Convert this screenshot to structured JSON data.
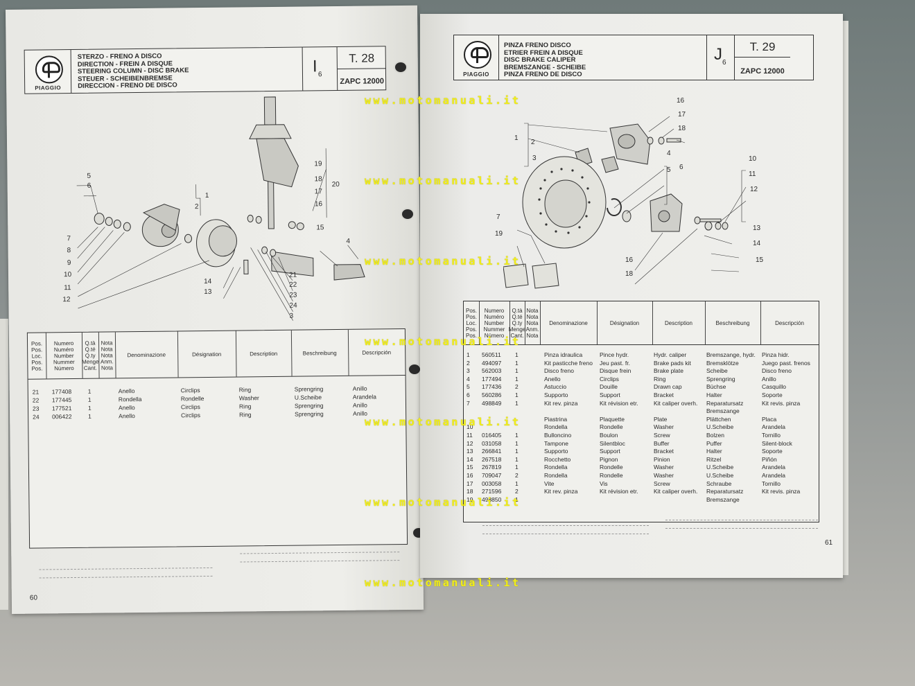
{
  "left_page": {
    "brand": "PIAGGIO",
    "titles": [
      "STERZO - FRENO A DISCO",
      "DIRECTION - FREIN A DISQUE",
      "STEERING COLUMN - DISC BRAKE",
      "STEUER - SCHEIBENBREMSE",
      "DIRECCION - FRENO DE DISCO"
    ],
    "section_letter": "I",
    "section_sub": "6",
    "table_no": "T. 28",
    "code": "ZAPC 12000",
    "page_number": "60",
    "callouts": [
      "1",
      "2",
      "3",
      "4",
      "5",
      "6",
      "7",
      "8",
      "9",
      "10",
      "11",
      "12",
      "13",
      "14",
      "15",
      "16",
      "17",
      "18",
      "19",
      "20",
      "21",
      "22",
      "23",
      "24"
    ],
    "table_headers": {
      "pos": [
        "Pos.",
        "Pos.",
        "Loc.",
        "Pos.",
        "Pos."
      ],
      "numero": [
        "Numero",
        "Numéro",
        "Number",
        "Nummer",
        "Número"
      ],
      "qty": [
        "Q.tà",
        "Q.té",
        "Q.ty",
        "Menge",
        "Cant."
      ],
      "nota": [
        "Nota",
        "Nota",
        "Nota",
        "Anm.",
        "Nota"
      ],
      "denominazione": "Denominazione",
      "designation": "Désignation",
      "description": "Description",
      "beschreibung": "Beschreibung",
      "descripcion": "Descripción"
    },
    "rows": [
      {
        "pos": "21",
        "num": "177408",
        "qty": "1",
        "it": "Anello",
        "fr": "Circlips",
        "en": "Ring",
        "de": "Sprengring",
        "es": "Anillo"
      },
      {
        "pos": "22",
        "num": "177445",
        "qty": "1",
        "it": "Rondella",
        "fr": "Rondelle",
        "en": "Washer",
        "de": "U.Scheibe",
        "es": "Arandela"
      },
      {
        "pos": "23",
        "num": "177521",
        "qty": "1",
        "it": "Anello",
        "fr": "Circlips",
        "en": "Ring",
        "de": "Sprengring",
        "es": "Anillo"
      },
      {
        "pos": "24",
        "num": "006422",
        "qty": "1",
        "it": "Anello",
        "fr": "Circlips",
        "en": "Ring",
        "de": "Sprengring",
        "es": "Anillo"
      }
    ]
  },
  "right_page": {
    "brand": "PIAGGIO",
    "titles": [
      "PINZA FRENO DISCO",
      "ETRIER FREIN A DISQUE",
      "DISC BRAKE CALIPER",
      "BREMSZANGE - SCHEIBE",
      "PINZA FRENO DE DISCO"
    ],
    "section_letter": "J",
    "section_sub": "6",
    "table_no": "T. 29",
    "code": "ZAPC 12000",
    "page_number": "61",
    "callouts": [
      "1",
      "2",
      "3",
      "4",
      "5",
      "6",
      "7",
      "10",
      "11",
      "12",
      "13",
      "14",
      "15",
      "16",
      "17",
      "18",
      "19"
    ],
    "table_headers": {
      "pos": [
        "Pos.",
        "Pos.",
        "Loc.",
        "Pos.",
        "Pos."
      ],
      "numero": [
        "Numero",
        "Numéro",
        "Number",
        "Nummer",
        "Número"
      ],
      "qty": [
        "Q.tà",
        "Q.té",
        "Q.ty",
        "Menge",
        "Cant."
      ],
      "nota": [
        "Nota",
        "Nota",
        "Nota",
        "Anm.",
        "Nota"
      ],
      "denominazione": "Denominazione",
      "designation": "Désignation",
      "description": "Description",
      "beschreibung": "Beschreibung",
      "descripcion": "Descripción"
    },
    "rows": [
      {
        "pos": "1",
        "num": "560511",
        "qty": "1",
        "it": "Pinza idraulica",
        "fr": "Pince hydr.",
        "en": "Hydr. caliper",
        "de": "Bremszange, hydr.",
        "es": "Pinza hidr."
      },
      {
        "pos": "2",
        "num": "494097",
        "qty": "1",
        "it": "Kit pasticche freno",
        "fr": "Jeu past. fr.",
        "en": "Brake pads kit",
        "de": "Bremsklötze",
        "es": "Juego past. frenos"
      },
      {
        "pos": "3",
        "num": "562003",
        "qty": "1",
        "it": "Disco freno",
        "fr": "Disque frein",
        "en": "Brake plate",
        "de": "Scheibe",
        "es": "Disco freno"
      },
      {
        "pos": "4",
        "num": "177494",
        "qty": "1",
        "it": "Anello",
        "fr": "Circlips",
        "en": "Ring",
        "de": "Sprengring",
        "es": "Anillo"
      },
      {
        "pos": "5",
        "num": "177436",
        "qty": "2",
        "it": "Astuccio",
        "fr": "Douille",
        "en": "Drawn cap",
        "de": "Büchse",
        "es": "Casquillo"
      },
      {
        "pos": "6",
        "num": "560286",
        "qty": "1",
        "it": "Supporto",
        "fr": "Support",
        "en": "Bracket",
        "de": "Halter",
        "es": "Soporte"
      },
      {
        "pos": "7",
        "num": "498849",
        "qty": "1",
        "it": "Kit rev. pinza",
        "fr": "Kit révision etr.",
        "en": "Kit caliper overh.",
        "de": "Reparatursatz",
        "es": "Kit revis. pinza"
      },
      {
        "pos": "",
        "num": "",
        "qty": "",
        "it": "",
        "fr": "",
        "en": "",
        "de": "Bremszange",
        "es": ""
      },
      {
        "pos": "",
        "num": "",
        "qty": "",
        "it": "Piastrina",
        "fr": "Plaquette",
        "en": "Plate",
        "de": "Plättchen",
        "es": "Placa"
      },
      {
        "pos": "10",
        "num": "",
        "qty": "",
        "it": "Rondella",
        "fr": "Rondelle",
        "en": "Washer",
        "de": "U.Scheibe",
        "es": "Arandela"
      },
      {
        "pos": "11",
        "num": "016405",
        "qty": "1",
        "it": "Bulloncino",
        "fr": "Boulon",
        "en": "Screw",
        "de": "Bolzen",
        "es": "Tornillo"
      },
      {
        "pos": "12",
        "num": "031058",
        "qty": "1",
        "it": "Tampone",
        "fr": "Silentbloc",
        "en": "Buffer",
        "de": "Puffer",
        "es": "Silent-block"
      },
      {
        "pos": "13",
        "num": "266841",
        "qty": "1",
        "it": "Supporto",
        "fr": "Support",
        "en": "Bracket",
        "de": "Halter",
        "es": "Soporte"
      },
      {
        "pos": "14",
        "num": "267518",
        "qty": "1",
        "it": "Rocchetto",
        "fr": "Pignon",
        "en": "Pinion",
        "de": "Ritzel",
        "es": "Piñón"
      },
      {
        "pos": "15",
        "num": "267819",
        "qty": "1",
        "it": "Rondella",
        "fr": "Rondelle",
        "en": "Washer",
        "de": "U.Scheibe",
        "es": "Arandela"
      },
      {
        "pos": "16",
        "num": "709047",
        "qty": "2",
        "it": "Rondella",
        "fr": "Rondelle",
        "en": "Washer",
        "de": "U.Scheibe",
        "es": "Arandela"
      },
      {
        "pos": "17",
        "num": "003058",
        "qty": "1",
        "it": "Vite",
        "fr": "Vis",
        "en": "Screw",
        "de": "Schraube",
        "es": "Tornillo"
      },
      {
        "pos": "18",
        "num": "271596",
        "qty": "2",
        "it": "Kit rev. pinza",
        "fr": "Kit révision etr.",
        "en": "Kit caliper overh.",
        "de": "Reparatursatz",
        "es": "Kit revis. pinza"
      },
      {
        "pos": "19",
        "num": "498850",
        "qty": "1",
        "it": "",
        "fr": "",
        "en": "",
        "de": "Bremszange",
        "es": ""
      }
    ]
  },
  "watermark": "www.motomanuali.it",
  "colors": {
    "watermark": "#f2ef1a",
    "paper": "#eeeeea",
    "ink": "#2a2a2a"
  }
}
